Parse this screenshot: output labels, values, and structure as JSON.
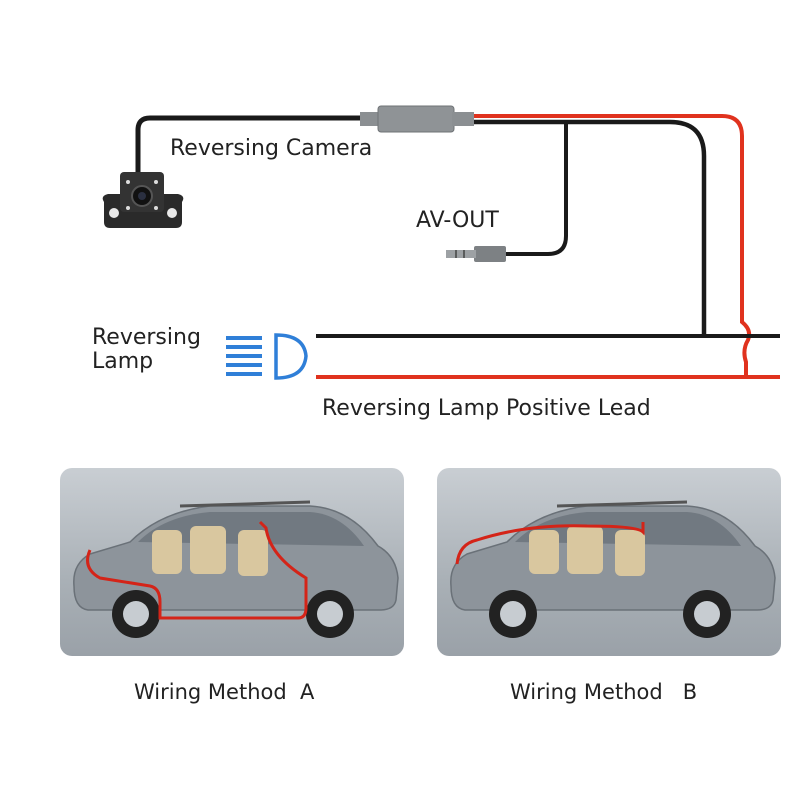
{
  "labels": {
    "camera": "Reversing Camera",
    "av_out": "AV-OUT",
    "lamp_line1": "Reversing",
    "lamp_line2": "Lamp",
    "positive_lead": "Reversing Lamp Positive Lead"
  },
  "panels": [
    {
      "caption": "Wiring Method  A"
    },
    {
      "caption": "Wiring Method   B"
    }
  ],
  "colors": {
    "black_wire": "#1a1a1a",
    "red_wire": "#e0321e",
    "lamp_blue": "#2f7fd8",
    "panel_bg": "#b5bbc1"
  }
}
